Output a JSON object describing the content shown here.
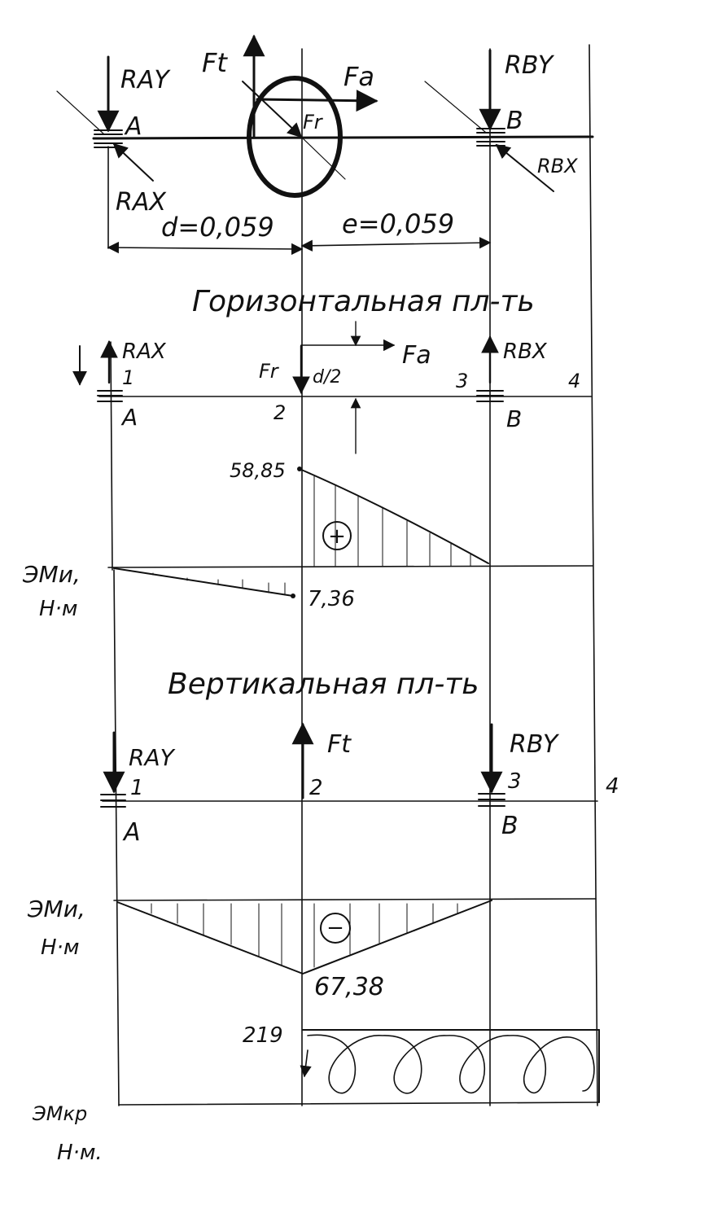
{
  "top": {
    "labels": {
      "r_ay": "RAY",
      "r_ax": "RAX",
      "f_t": "Ft",
      "f_a": "Fa",
      "f_r": "Fr",
      "r_by": "RBY",
      "r_bx": "RBX",
      "support_a": "A",
      "support_b": "B",
      "dim_left": "d=0,059",
      "dim_right": "e=0,059"
    }
  },
  "horizontal": {
    "title": "Горизонтальная пл-ть",
    "labels": {
      "r_ax": "RAX",
      "r_bx": "RBX",
      "f_r": "Fr",
      "f_a": "Fa",
      "d_half": "d/2",
      "point_1": "1",
      "point_2": "2",
      "point_3": "3",
      "point_4": "4",
      "support_a": "A",
      "support_b": "B"
    },
    "moment": {
      "axis_label_1": "ЭMи,",
      "axis_label_2": "Н·м",
      "value_top": "58,85",
      "value_bottom": "7,36",
      "sign": "+"
    }
  },
  "vertical": {
    "title": "Вертикальная пл-ть",
    "labels": {
      "r_ay": "RAY",
      "f_t": "Ft",
      "r_by": "RBY",
      "point_1": "1",
      "point_2": "2",
      "point_3": "3",
      "point_4": "4",
      "support_a": "A",
      "support_b": "B"
    },
    "moment": {
      "axis_label_1": "ЭMи,",
      "axis_label_2": "Н·м",
      "value": "67,38",
      "sign": "−"
    }
  },
  "torque": {
    "value": "219",
    "axis_label_1": "ЭMкр",
    "axis_label_2": "Н·м."
  }
}
